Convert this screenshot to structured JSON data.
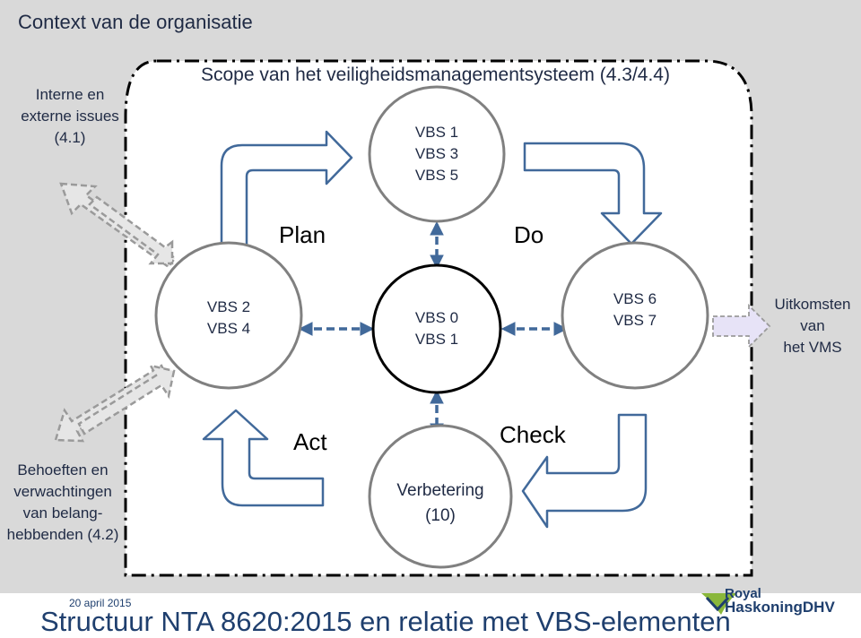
{
  "context_title": "Context van de organisatie",
  "scope_title": "Scope van het veiligheidsmanagementsysteem (4.3/4.4)",
  "left_top_label": [
    "Interne en",
    "externe issues",
    "(4.1)"
  ],
  "left_bottom_label": [
    "Behoeften en",
    "verwachtingen",
    "van belang-",
    "hebbenden (4.2)"
  ],
  "right_label": [
    "Uitkomsten",
    "van",
    "het VMS"
  ],
  "nodes": {
    "top": [
      "VBS 1",
      "VBS 3",
      "VBS 5"
    ],
    "left": [
      "VBS 2",
      "VBS 4"
    ],
    "center": [
      "VBS 0",
      "VBS 1"
    ],
    "right": [
      "VBS 6",
      "VBS 7"
    ],
    "bottom": [
      "Verbetering",
      "(10)"
    ]
  },
  "phases": {
    "plan": "Plan",
    "do": "Do",
    "check": "Check",
    "act": "Act"
  },
  "footer": {
    "date": "20 april 2015",
    "title": "Structuur NTA 8620:2015 en relatie met VBS-elementen",
    "logo_line1": "Royal",
    "logo_line2": "HaskoningDHV"
  },
  "colors": {
    "arrow": "#41699a",
    "text": "#1f2a44",
    "node_border": "#808080",
    "center_border": "#000000",
    "logo_blue": "#1f3f6e"
  }
}
